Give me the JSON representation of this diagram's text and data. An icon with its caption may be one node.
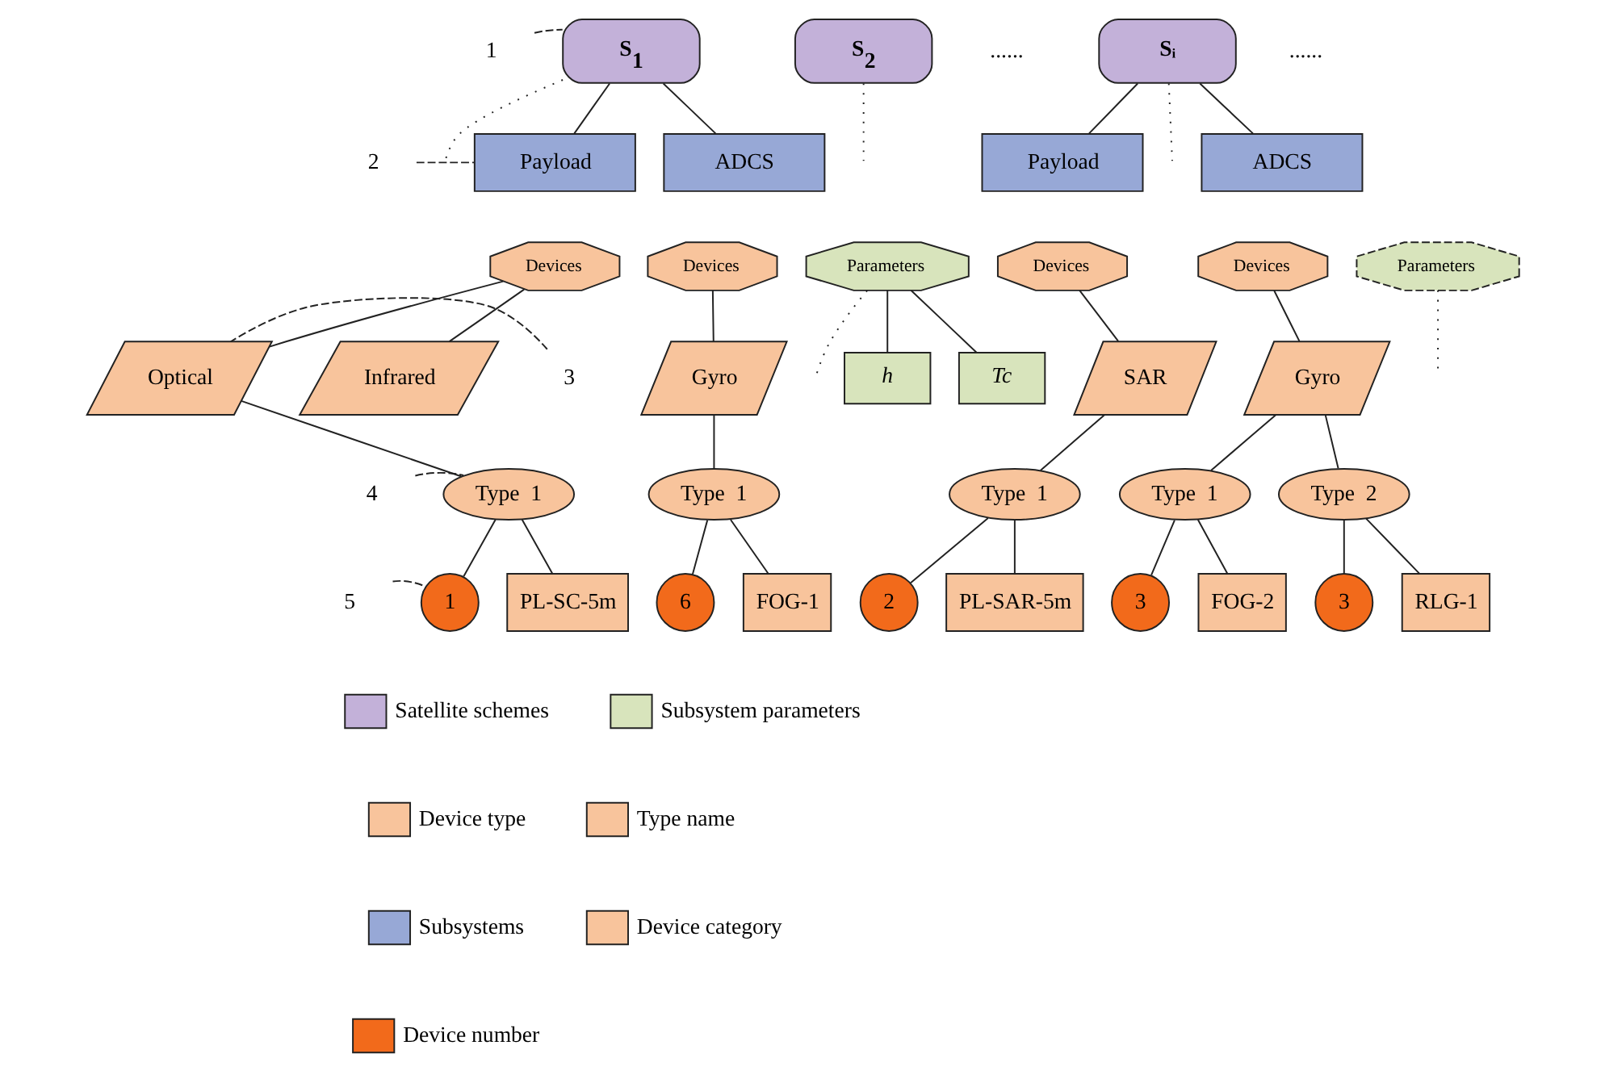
{
  "diagram": {
    "nodes": [
      {
        "text": [
          "S$_{1}$"
        ]
      },
      {
        "text": [
          "S$_{2}$"
        ]
      },
      {
        "text": [
          "Sᵢ"
        ]
      },
      {
        "text": [
          "Payload"
        ]
      },
      {
        "text": [
          "ADCS"
        ]
      },
      {
        "text": [
          "Devices"
        ]
      },
      {
        "text": [
          "Devices"
        ]
      },
      {
        "text": [
          "Parameters"
        ]
      },
      {
        "text": [
          "Optical"
        ]
      },
      {
        "text": [
          "Infrared"
        ]
      },
      {
        "text": [
          "Gyro"
        ]
      },
      {
        "text": [
          "h"
        ]
      },
      {
        "text": [
          "Tc"
        ]
      },
      {
        "text": [
          "Type  1"
        ]
      },
      {
        "text": [
          "Type  1"
        ]
      },
      {
        "text": [
          "1"
        ]
      },
      {
        "text": [
          "PL-SC-5m"
        ]
      },
      {
        "text": [
          "6"
        ]
      },
      {
        "text": [
          "FOG-1"
        ]
      },
      {
        "text": [
          "Payload"
        ]
      },
      {
        "text": [
          "ADCS"
        ]
      },
      {
        "text": [
          "Devices"
        ]
      },
      {
        "text": [
          "Devices"
        ]
      },
      {
        "text": [
          "Parameters"
        ]
      },
      {
        "text": [
          "SAR"
        ]
      },
      {
        "text": [
          "Gyro"
        ]
      },
      {
        "text": [
          "Type  1"
        ]
      },
      {
        "text": [
          "Type  1"
        ]
      },
      {
        "text": [
          "Type  2"
        ]
      },
      {
        "text": [
          "2"
        ]
      },
      {
        "text": [
          "PL-SAR-5m"
        ]
      },
      {
        "text": [
          "3"
        ]
      },
      {
        "text": [
          "FOG-2"
        ]
      },
      {
        "text": [
          "3"
        ]
      },
      {
        "text": [
          "RLG-1"
        ]
      },
      {
        "text": [
          "1"
        ]
      },
      {
        "text": [
          "2"
        ]
      },
      {
        "text": [
          "3"
        ]
      },
      {
        "text": [
          "4"
        ]
      },
      {
        "text": [
          "5"
        ]
      }
    ],
    "edges": [
      {
        "from": 0,
        "to": 3,
        "arrow": "none"
      },
      {
        "from": 0,
        "to": 4,
        "arrow": "none"
      },
      {
        "from": 0,
        "to": null,
        "arrow": "none",
        "style": "dashed"
      },
      {
        "from": 1,
        "to": null,
        "arrow": "none",
        "style": "dashed"
      },
      {
        "from": 2,
        "to": null,
        "arrow": "none",
        "style": "dashed"
      },
      {
        "from": 2,
        "to": 19,
        "arrow": "none"
      },
      {
        "from": 2,
        "to": 20,
        "arrow": "none"
      },
      {
        "from": 5,
        "to": 8,
        "arrow": "none"
      },
      {
        "from": 5,
        "to": 9,
        "arrow": "none"
      },
      {
        "from": 6,
        "to": 10,
        "arrow": "none"
      },
      {
        "from": 7,
        "to": null,
        "arrow": "none",
        "style": "dashed"
      },
      {
        "from": 7,
        "to": 11,
        "arrow": "none"
      },
      {
        "from": 7,
        "to": 12,
        "arrow": "none"
      },
      {
        "from": 21,
        "to": 24,
        "arrow": "none"
      },
      {
        "from": 22,
        "to": 25,
        "arrow": "none"
      },
      {
        "from": 23,
        "to": null,
        "arrow": "none",
        "style": "dashed"
      },
      {
        "from": 8,
        "to": 13,
        "arrow": "none"
      },
      {
        "from": 10,
        "to": 14,
        "arrow": "none"
      },
      {
        "from": 24,
        "to": 26,
        "arrow": "none"
      },
      {
        "from": 25,
        "to": 27,
        "arrow": "none"
      },
      {
        "from": 25,
        "to": 28,
        "arrow": "none"
      },
      {
        "from": 13,
        "to": 15,
        "arrow": "none"
      },
      {
        "from": 13,
        "to": 16,
        "arrow": "none"
      },
      {
        "from": 14,
        "to": 17,
        "arrow": "none"
      },
      {
        "from": 14,
        "to": 18,
        "arrow": "none"
      },
      {
        "from": 26,
        "to": 29,
        "arrow": "none"
      },
      {
        "from": 26,
        "to": 30,
        "arrow": "none"
      },
      {
        "from": 27,
        "to": 31,
        "arrow": "none"
      },
      {
        "from": 27,
        "to": 32,
        "arrow": "none"
      },
      {
        "from": 28,
        "to": 33,
        "arrow": "none"
      },
      {
        "from": 28,
        "to": 34,
        "arrow": "none"
      },
      {
        "from": 35,
        "to": 0,
        "arrow": "none",
        "style": "dashed"
      },
      {
        "from": 36,
        "to": 3,
        "arrow": "none",
        "style": "dashed"
      },
      {
        "from": 37,
        "to": 8,
        "arrow": "none",
        "style": "dashed"
      },
      {
        "from": 38,
        "to": 13,
        "arrow": "none",
        "style": "dashed"
      },
      {
        "from": 39,
        "to": 15,
        "arrow": "none",
        "style": "dashed"
      }
    ],
    "labels": [
      "......",
      "......"
    ],
    "legend": [
      {
        "text": "Satellite schemes",
        "color": "#c3b1d9"
      },
      {
        "text": "Device type",
        "color": "#f8c49c"
      },
      {
        "text": "Subsystems",
        "color": "#97a8d6"
      },
      {
        "text": "Device number",
        "color": "#f26a1b"
      },
      {
        "text": "Subsystem parameters",
        "color": "#d8e4bc"
      },
      {
        "text": "Type name",
        "color": "#f8c49c"
      },
      {
        "text": "Device category",
        "color": "#f8c49c"
      }
    ]
  }
}
